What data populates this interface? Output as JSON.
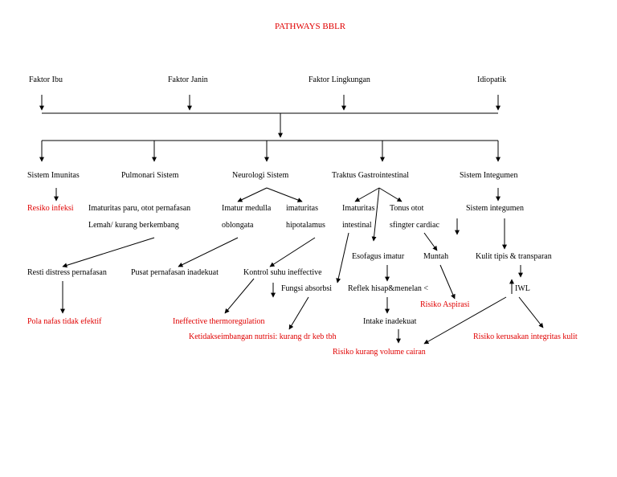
{
  "title": "PATHWAYS BBLR",
  "colors": {
    "text": "#000000",
    "highlight": "#e00000",
    "line": "#000000"
  },
  "labels": {
    "faktor_ibu": "Faktor Ibu",
    "faktor_janin": "Faktor Janin",
    "faktor_lingkungan": "Faktor Lingkungan",
    "idiopatik": "Idiopatik",
    "sistem_imunitas": "Sistem Imunitas",
    "pulmonari_sistem": "Pulmonari Sistem",
    "neurologi_sistem": "Neurologi Sistem",
    "traktus_gastrointestinal": "Traktus Gastrointestinal",
    "sistem_integumen": "Sistem Integumen",
    "resiko_infeksi": "Resiko infeksi",
    "imaturitas_paru": "Imaturitas paru, otot pernafasan",
    "lemah_kurang_berkembang": "Lemah/ kurang berkembang",
    "imatur_medulla": "Imatur medulla",
    "oblongata": "oblongata",
    "imaturitas_hipo_1": "imaturitas",
    "hipotalamus": "hipotalamus",
    "imaturitas_intestinal_1": "Imaturitas",
    "intestinal": "intestinal",
    "tonus_otot": "Tonus otot",
    "sfingter_cardiac": "sfingter cardiac",
    "sistem_integumen_2": "Sistem integumen",
    "resti_distress": "Resti distress pernafasan",
    "pusat_pernafasan": "Pusat pernafasan inadekuat",
    "kontrol_suhu": "Kontrol suhu ineffective",
    "esofagus_imatur": "Esofagus imatur",
    "muntah": "Muntah",
    "kulit_tipis": "Kulit tipis & transparan",
    "fungsi_absorbsi": "Fungsi absorbsi",
    "reflek_hisap": "Reflek hisap&menelan <",
    "iwl": "IWL",
    "risiko_aspirasi": "Risiko Aspirasi",
    "intake_inadekuat": "Intake inadekuat",
    "pola_nafas": "Pola nafas tidak efektif",
    "ineffective_thermoregulation": "Ineffective thermoregulation",
    "ketidakseimbangan_nutrisi": "Ketidakseimbangan nutrisi: kurang dr keb tbh",
    "risiko_kerusakan": "Risiko kerusakan integritas kulit",
    "risiko_kurang_volume": "Risiko kurang volume cairan"
  }
}
